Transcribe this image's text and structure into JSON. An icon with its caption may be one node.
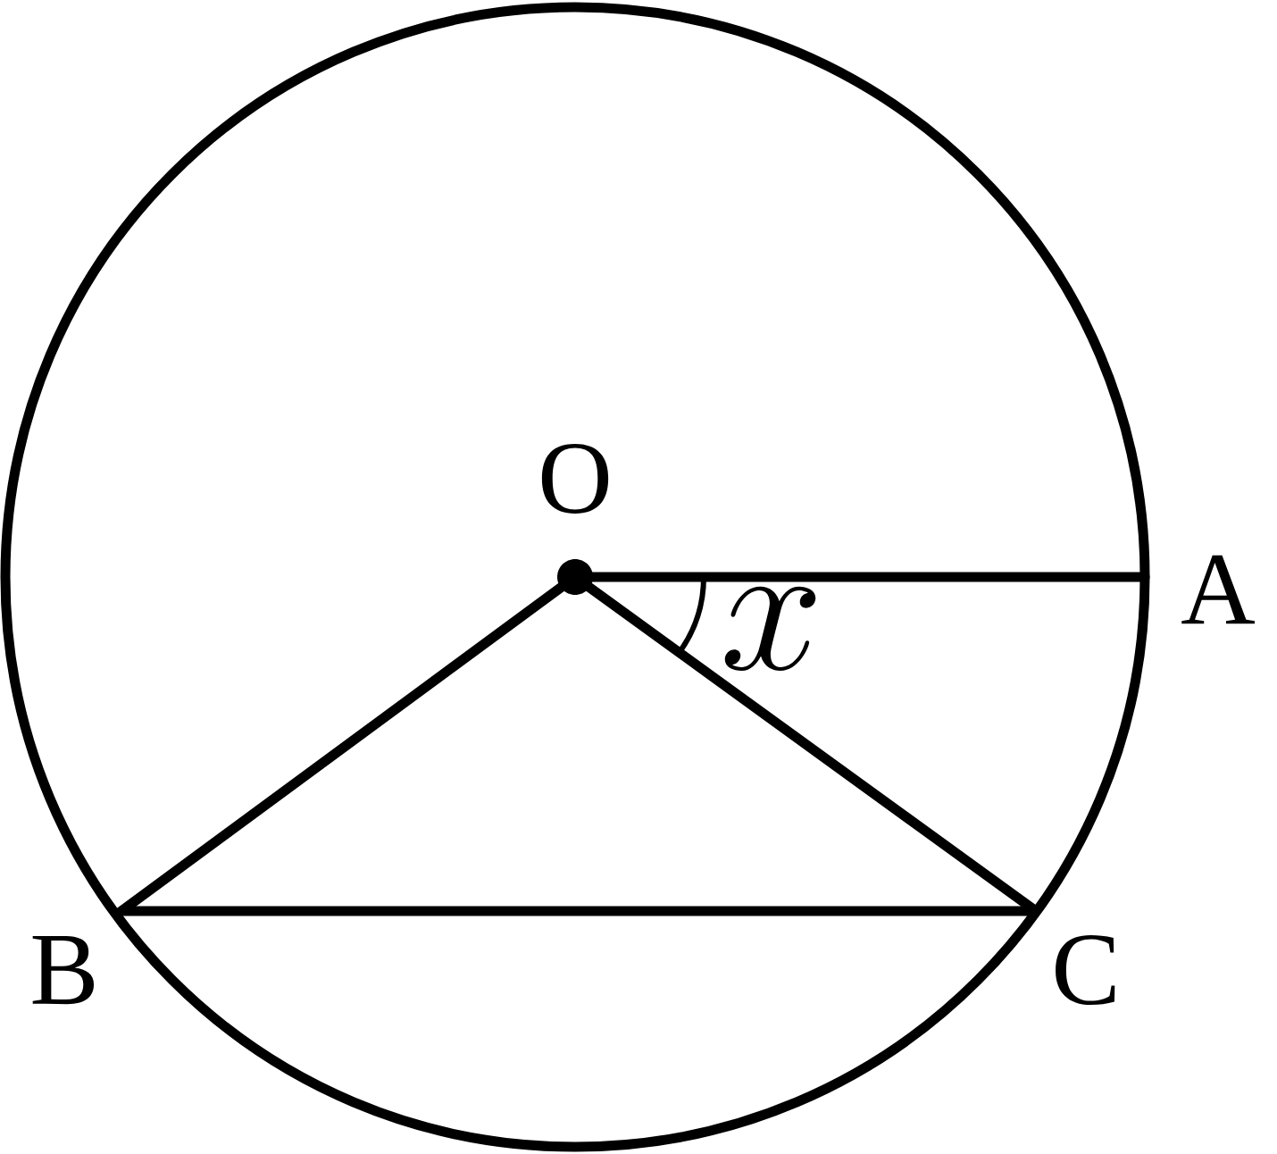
{
  "diagram": {
    "nodes": [
      {
        "text": [
          "O"
        ]
      },
      {
        "text": [
          "A"
        ]
      },
      {
        "text": [
          "B"
        ]
      },
      {
        "text": [
          "C"
        ]
      }
    ],
    "edges": [
      {
        "from": 0,
        "to": 1,
        "arrow": "none"
      },
      {
        "from": 0,
        "to": 2,
        "arrow": "none"
      },
      {
        "from": 0,
        "to": 3,
        "arrow": "none"
      },
      {
        "from": 2,
        "to": 3,
        "arrow": "none"
      }
    ],
    "labels": [
      "x"
    ]
  }
}
